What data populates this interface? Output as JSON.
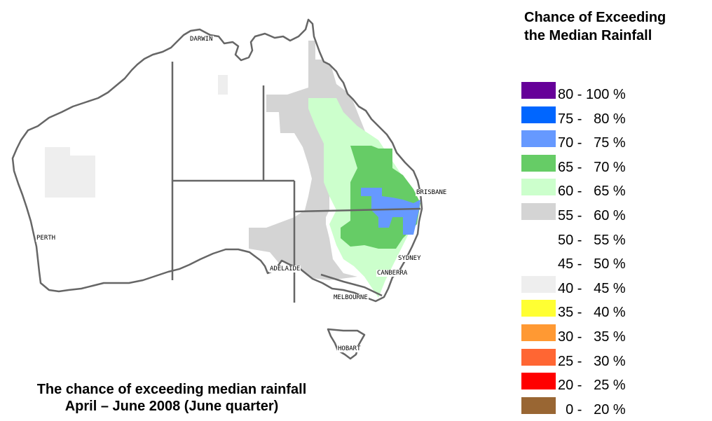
{
  "map": {
    "cities": {
      "darwin": "DARWIN",
      "perth": "PERTH",
      "brisbane": "BRISBANE",
      "sydney": "SYDNEY",
      "canberra": "CANBERRA",
      "adelaide": "ADELAIDE",
      "melbourne": "MELBOURNE",
      "hobart": "HOBART"
    }
  },
  "caption": {
    "line1": "The chance of exceeding median rainfall",
    "line2": "April –  June 2008 (June quarter)"
  },
  "legend": {
    "title_line1": "Chance of Exceeding",
    "title_line2": "the Median Rainfall",
    "items": [
      {
        "label": "80 - 100 %",
        "color": "#660099"
      },
      {
        "label": "75 -   80 %",
        "color": "#0066ff"
      },
      {
        "label": "70 -   75 %",
        "color": "#6699ff"
      },
      {
        "label": "65 -   70 %",
        "color": "#66cc66"
      },
      {
        "label": "60 -   65 %",
        "color": "#ccffcc"
      },
      {
        "label": "55 -   60 %",
        "color": "#d4d4d4"
      },
      {
        "label": "50 -   55 %",
        "color": "#ffffff"
      },
      {
        "label": "45 -   50 %",
        "color": "#ffffff"
      },
      {
        "label": "40 -   45 %",
        "color": "#eeeeee"
      },
      {
        "label": "35 -   40 %",
        "color": "#ffff33"
      },
      {
        "label": "30 -   35 %",
        "color": "#ff9933"
      },
      {
        "label": "25 -   30 %",
        "color": "#ff6633"
      },
      {
        "label": "20 -   25 %",
        "color": "#ff0000"
      },
      {
        "label": "  0 -   20 %",
        "color": "#996633"
      }
    ]
  }
}
